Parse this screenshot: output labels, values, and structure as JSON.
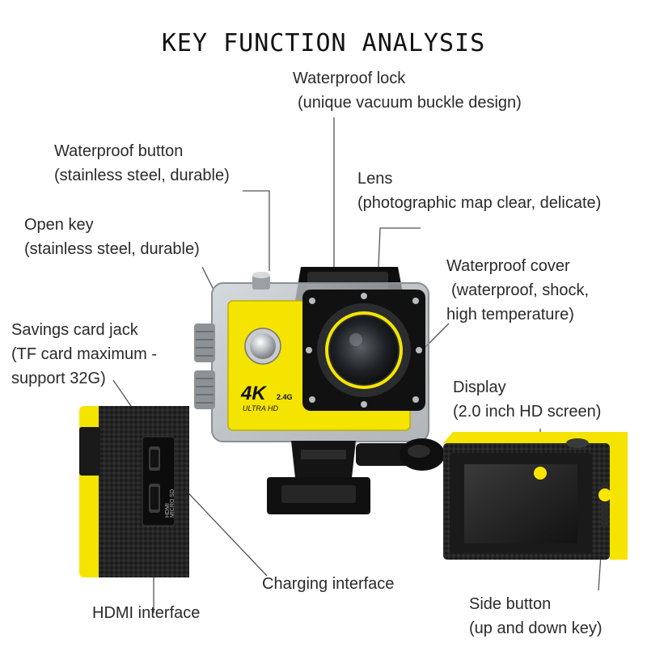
{
  "title": "KEY FUNCTION ANALYSIS",
  "labels": {
    "waterproof_lock": {
      "line1": "Waterproof lock",
      "line2": "(unique vacuum buckle design)"
    },
    "waterproof_button": {
      "line1": "Waterproof button",
      "line2": "(stainless steel, durable)"
    },
    "lens": {
      "line1": "Lens",
      "line2": "(photographic map clear, delicate)"
    },
    "open_key": {
      "line1": "Open key",
      "line2": "(stainless steel, durable)"
    },
    "waterproof_cover": {
      "line1": "Waterproof cover",
      "line2": "(waterproof, shock,",
      "line3": "high temperature)"
    },
    "savings_card_jack": {
      "line1": "Savings card jack",
      "line2": "(TF card maximum -",
      "line3": "support 32G)"
    },
    "display": {
      "line1": "Display",
      "line2": "(2.0 inch HD screen)"
    },
    "charging_interface": {
      "line1": "Charging interface"
    },
    "hdmi_interface": {
      "line1": "HDMI interface"
    },
    "side_button": {
      "line1": "Side button",
      "line2": "(up and down key)"
    }
  },
  "camera_print": {
    "brand": "4K",
    "sub": "2.4G",
    "ultra": "ULTRA HD",
    "port_text1": "HDMI",
    "port_text2": "MICRO SD"
  },
  "colors": {
    "camera_body": "#f5e400",
    "pointer_dot": "#ffe600",
    "leader_line": "#555555"
  }
}
